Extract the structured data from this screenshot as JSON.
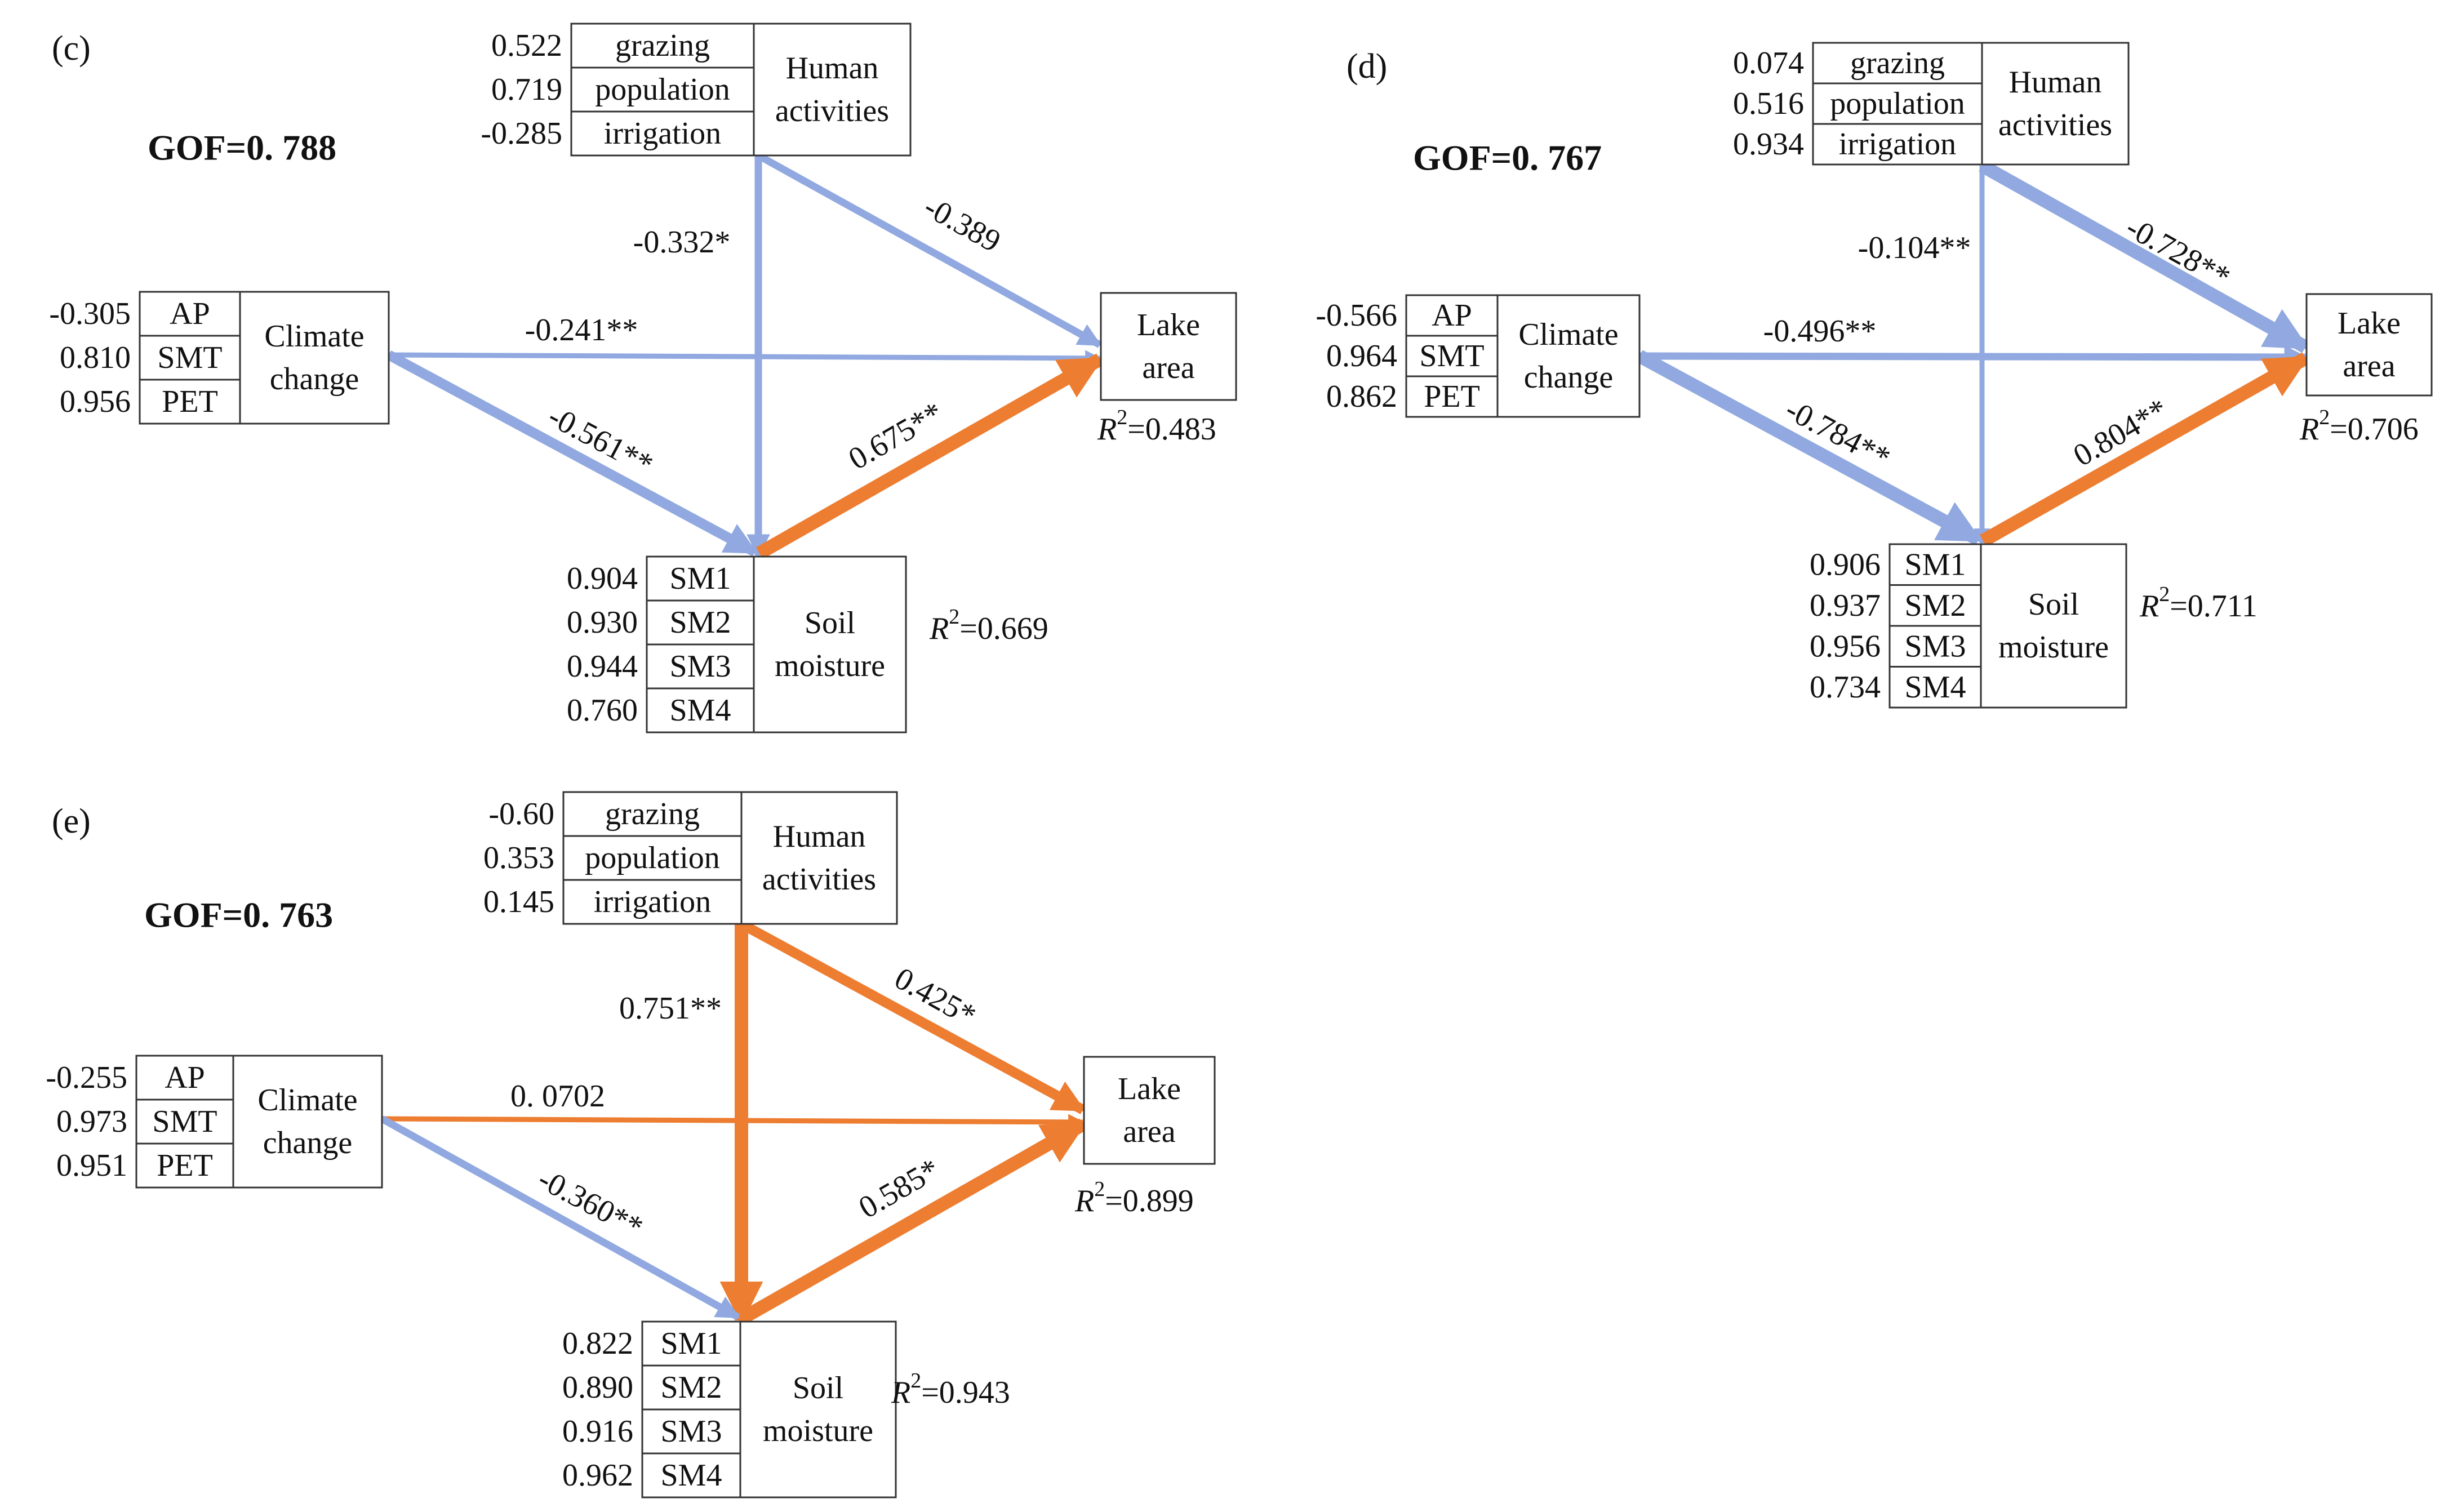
{
  "colors": {
    "negative": "#91a9e0",
    "positive": "#ed7d31",
    "box_stroke": "#333333",
    "text": "#111111"
  },
  "panels": [
    {
      "label": "(c)",
      "gof": "GOF=0. 788",
      "constructs": {
        "human": {
          "name_lines": [
            "Human",
            "activities"
          ],
          "indicators": [
            "grazing",
            "population",
            "irrigation"
          ],
          "loadings": [
            "0.522",
            "0.719",
            "-0.285"
          ]
        },
        "climate": {
          "name_lines": [
            "Climate",
            "change"
          ],
          "indicators": [
            "AP",
            "SMT",
            "PET"
          ],
          "loadings": [
            "-0.305",
            "0.810",
            "0.956"
          ]
        },
        "lake": {
          "name_lines": [
            "Lake",
            "area"
          ],
          "r2": "=0.483"
        },
        "soil": {
          "name_lines": [
            "Soil",
            "moisture"
          ],
          "indicators": [
            "SM1",
            "SM2",
            "SM3",
            "SM4"
          ],
          "loadings": [
            "0.904",
            "0.930",
            "0.944",
            "0.760"
          ],
          "r2": "=0.669"
        }
      },
      "paths": [
        {
          "from": "human",
          "to": "soil",
          "coef": "-0.332*",
          "sign": "negative",
          "weight": 2
        },
        {
          "from": "human",
          "to": "lake",
          "coef": "-0.389",
          "sign": "negative",
          "weight": 2
        },
        {
          "from": "climate",
          "to": "lake",
          "coef": "-0.241**",
          "sign": "negative",
          "weight": 1
        },
        {
          "from": "climate",
          "to": "soil",
          "coef": "-0.561**",
          "sign": "negative",
          "weight": 3
        },
        {
          "from": "soil",
          "to": "lake",
          "coef": "0.675**",
          "sign": "positive",
          "weight": 4
        }
      ]
    },
    {
      "label": "(d)",
      "gof": "GOF=0. 767",
      "constructs": {
        "human": {
          "name_lines": [
            "Human",
            "activities"
          ],
          "indicators": [
            "grazing",
            "population",
            "irrigation"
          ],
          "loadings": [
            "0.074",
            "0.516",
            "0.934"
          ]
        },
        "climate": {
          "name_lines": [
            "Climate",
            "change"
          ],
          "indicators": [
            "AP",
            "SMT",
            "PET"
          ],
          "loadings": [
            "-0.566",
            "0.964",
            "0.862"
          ]
        },
        "lake": {
          "name_lines": [
            "Lake",
            "area"
          ],
          "r2": "=0.706"
        },
        "soil": {
          "name_lines": [
            "Soil",
            "moisture"
          ],
          "indicators": [
            "SM1",
            "SM2",
            "SM3",
            "SM4"
          ],
          "loadings": [
            "0.906",
            "0.937",
            "0.956",
            "0.734"
          ],
          "r2": "=0.711"
        }
      },
      "paths": [
        {
          "from": "human",
          "to": "soil",
          "coef": "-0.104**",
          "sign": "negative",
          "weight": 1
        },
        {
          "from": "human",
          "to": "lake",
          "coef": "-0.728**",
          "sign": "negative",
          "weight": 4
        },
        {
          "from": "climate",
          "to": "lake",
          "coef": "-0.496**",
          "sign": "negative",
          "weight": 2
        },
        {
          "from": "climate",
          "to": "soil",
          "coef": "-0.784**",
          "sign": "negative",
          "weight": 4
        },
        {
          "from": "soil",
          "to": "lake",
          "coef": "0.804**",
          "sign": "positive",
          "weight": 4
        }
      ]
    },
    {
      "label": "(e)",
      "gof": "GOF=0. 763",
      "constructs": {
        "human": {
          "name_lines": [
            "Human",
            "activities"
          ],
          "indicators": [
            "grazing",
            "population",
            "irrigation"
          ],
          "loadings": [
            "-0.60",
            "0.353",
            "0.145"
          ]
        },
        "climate": {
          "name_lines": [
            "Climate",
            "change"
          ],
          "indicators": [
            "AP",
            "SMT",
            "PET"
          ],
          "loadings": [
            "-0.255",
            "0.973",
            "0.951"
          ]
        },
        "lake": {
          "name_lines": [
            "Lake",
            "area"
          ],
          "r2": "=0.899"
        },
        "soil": {
          "name_lines": [
            "Soil",
            "moisture"
          ],
          "indicators": [
            "SM1",
            "SM2",
            "SM3",
            "SM4"
          ],
          "loadings": [
            "0.822",
            "0.890",
            "0.916",
            "0.962"
          ],
          "r2": "=0.943"
        }
      },
      "paths": [
        {
          "from": "human",
          "to": "soil",
          "coef": "0.751**",
          "sign": "positive",
          "weight": 4
        },
        {
          "from": "human",
          "to": "lake",
          "coef": "0.425*",
          "sign": "positive",
          "weight": 3
        },
        {
          "from": "climate",
          "to": "lake",
          "coef": "0. 0702",
          "sign": "positive",
          "weight": 1
        },
        {
          "from": "climate",
          "to": "soil",
          "coef": "-0.360**",
          "sign": "negative",
          "weight": 2
        },
        {
          "from": "soil",
          "to": "lake",
          "coef": "0.585*",
          "sign": "positive",
          "weight": 4
        }
      ]
    }
  ]
}
